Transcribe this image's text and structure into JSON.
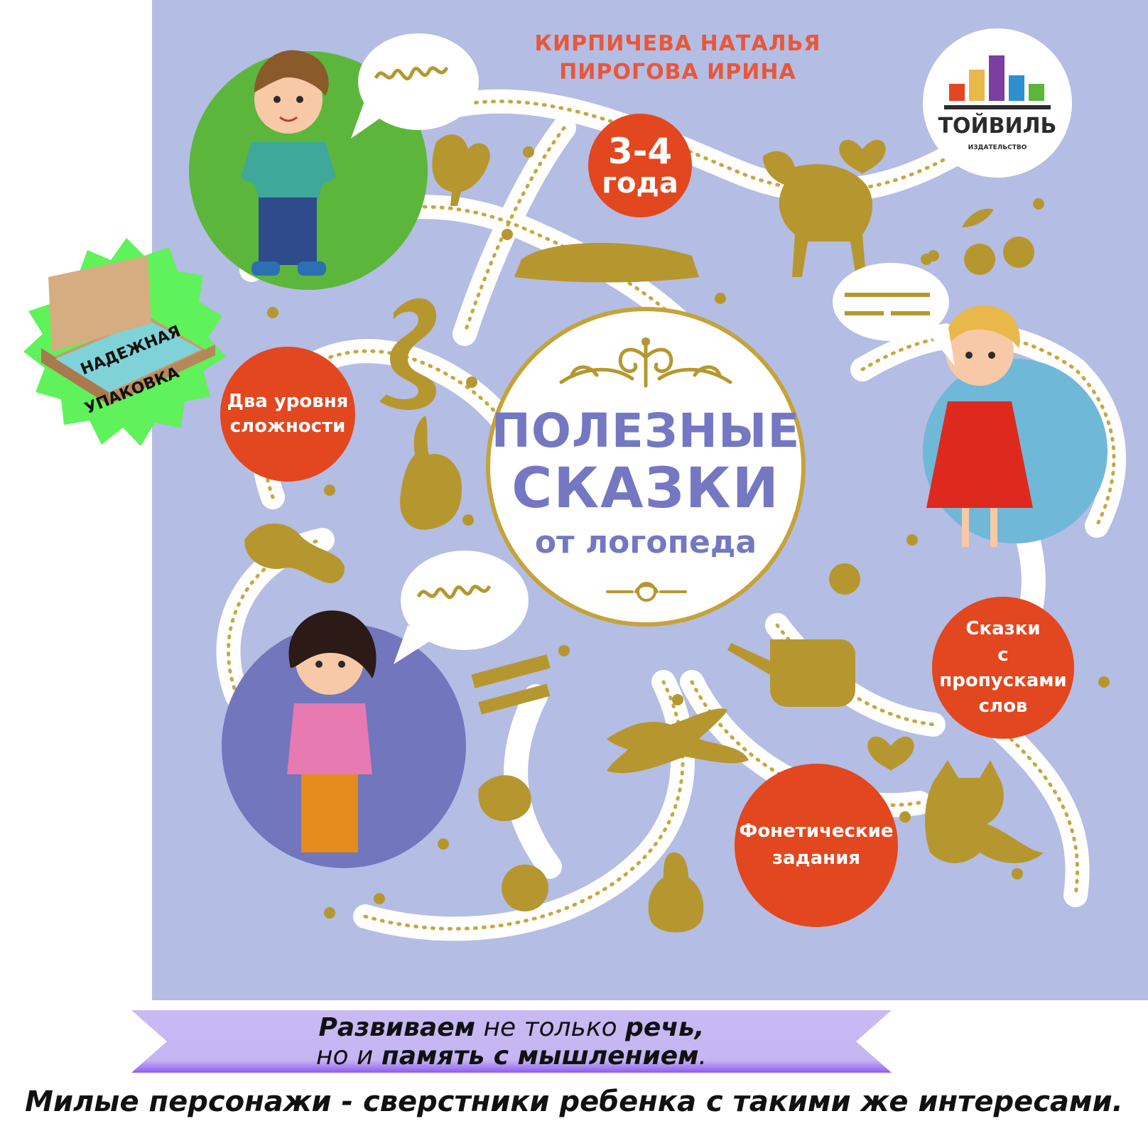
{
  "cover": {
    "authors": [
      "КИРПИЧЕВА НАТАЛЬЯ",
      "ПИРОГОВА ИРИНА"
    ],
    "age_badge": [
      "3-4",
      "года"
    ],
    "title_lines": [
      "ПОЛЕЗНЫЕ",
      "СКАЗКИ",
      "от логопеда"
    ],
    "publisher_name": "ТОЙВИЛЬ",
    "publisher_sub": "ИЗДАТЕЛЬСТВО",
    "feature_levels": [
      "Два уровня",
      "сложности"
    ],
    "feature_gaps": [
      "Сказки",
      "с пропусками",
      "слов"
    ],
    "feature_phonetic": [
      "Фонетические",
      "задания"
    ],
    "colors": {
      "background": "#b4bde3",
      "accent_orange": "#e2471f",
      "gold": "#b6972f",
      "title_purple": "#7478c2",
      "green_circle": "#5cb63c",
      "blue_circle": "#6fb8d8",
      "purple_circle": "#7176bd"
    }
  },
  "stamp": {
    "lines": [
      "НАДЕЖНАЯ",
      "УПАКОВКА"
    ],
    "color": "#5ff25a"
  },
  "tagline": {
    "line1_bold1": "Развиваем",
    "line1_mid": " не только ",
    "line1_bold2": "речь,",
    "line2_pre": "но и ",
    "line2_bold": "память с мышлением",
    "line2_end": "."
  },
  "bottom_caption": "Милые персонажи - сверстники ребенка с такими же интересами."
}
